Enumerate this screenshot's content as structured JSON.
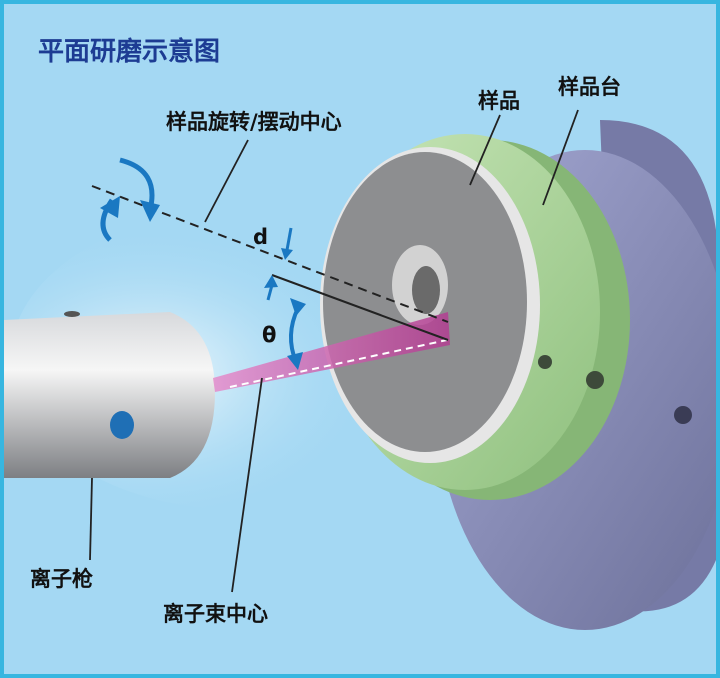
{
  "title": "平面研磨示意图",
  "labels": {
    "rotation_center": "样品旋转/摆动中心",
    "sample": "样品",
    "stage": "样品台",
    "ion_gun": "离子枪",
    "beam_center": "离子束中心",
    "d": "d",
    "theta": "θ"
  },
  "colors": {
    "title": "#1d3c93",
    "background": "#a4d8f3",
    "frame": "#37b6e0",
    "sample_ring": "#a9d39a",
    "stage": "#8b8fbf",
    "beam": "#d05aa8",
    "arrow": "#1a78c2"
  }
}
